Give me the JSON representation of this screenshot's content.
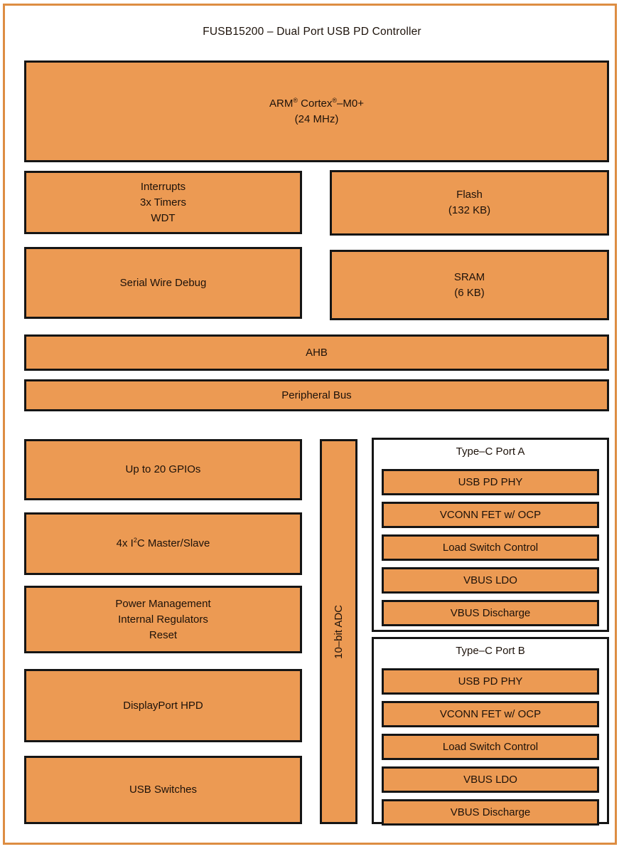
{
  "title": "FUSB15200 – Dual Port USB PD Controller",
  "colors": {
    "block_fill": "#ec9a53",
    "block_border": "#151515",
    "frame_border": "#dd8d42"
  },
  "blocks": {
    "cpu": {
      "name_a": "ARM",
      "reg": "®",
      "name_b": " Cortex",
      "name_c": "–M0+",
      "freq": "(24 MHz)"
    },
    "interrupts": {
      "lines": [
        "Interrupts",
        "3x Timers",
        "WDT"
      ]
    },
    "flash": {
      "lines": [
        "Flash",
        "(132 KB)"
      ]
    },
    "swd": {
      "label": "Serial Wire Debug"
    },
    "sram": {
      "lines": [
        "SRAM",
        "(6 KB)"
      ]
    },
    "ahb": {
      "label": "AHB"
    },
    "peripheral_bus": {
      "label": "Peripheral Bus"
    },
    "gpio": {
      "label": "Up to 20 GPIOs"
    },
    "i2c": {
      "pre": "4x I",
      "sup": "2",
      "post": "C Master/Slave"
    },
    "power": {
      "lines": [
        "Power Management",
        "Internal Regulators",
        "Reset"
      ]
    },
    "displayport_hpd": {
      "label": "DisplayPort HPD"
    },
    "usb_switches": {
      "label": "USB Switches"
    },
    "adc": {
      "label": "10–bit ADC"
    }
  },
  "ports": [
    {
      "title": "Type–C Port A",
      "blocks": [
        "USB PD PHY",
        "VCONN FET w/ OCP",
        "Load Switch Control",
        "VBUS LDO",
        "VBUS Discharge"
      ]
    },
    {
      "title": "Type–C Port B",
      "blocks": [
        "USB PD PHY",
        "VCONN FET w/ OCP",
        "Load Switch Control",
        "VBUS LDO",
        "VBUS Discharge"
      ]
    }
  ]
}
